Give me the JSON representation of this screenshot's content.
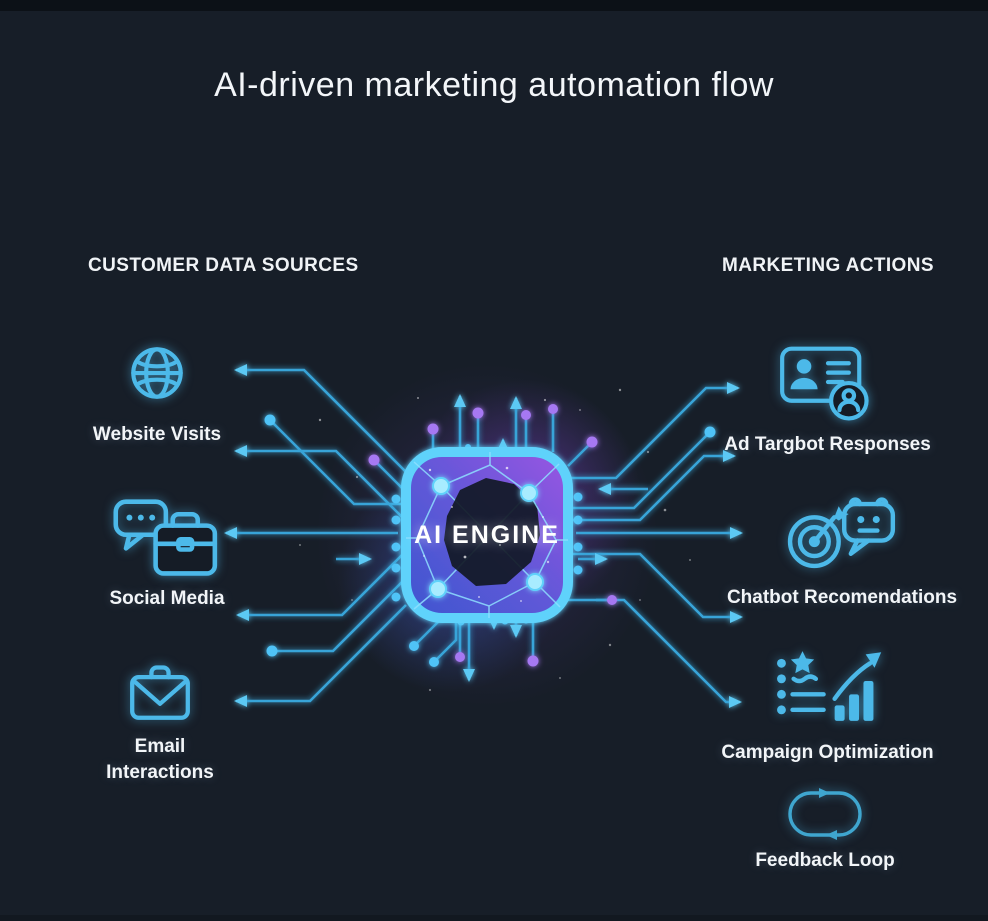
{
  "title": "AI-driven marketing automation flow",
  "center": {
    "label": "AI ENGINE"
  },
  "left_column": {
    "heading": "CUSTOMER DATA SOURCES",
    "items": [
      {
        "icon": "globe-icon",
        "label": "Website Visits"
      },
      {
        "icon": "social-media-icon",
        "label": "Social Media"
      },
      {
        "icon": "email-icon",
        "label": "Email Interactions"
      }
    ]
  },
  "right_column": {
    "heading": "MARKETING ACTIONS",
    "items": [
      {
        "icon": "ad-targeting-icon",
        "label": "Ad Targbot Responses"
      },
      {
        "icon": "chatbot-icon",
        "label": "Chatbot Recomendations"
      },
      {
        "icon": "campaign-optimization-icon",
        "label": "Campaign Optimization"
      },
      {
        "icon": "feedback-loop-icon",
        "label": "Feedback Loop"
      }
    ]
  },
  "colors": {
    "background": "#171e28",
    "accent_cyan": "#4fc3f7",
    "accent_purple": "#a678f2",
    "chip_border": "#5ed2fb",
    "chip_gradient_blue": "#3d57cf",
    "chip_gradient_purple": "#9a55e2",
    "text": "#f2f5f8"
  }
}
